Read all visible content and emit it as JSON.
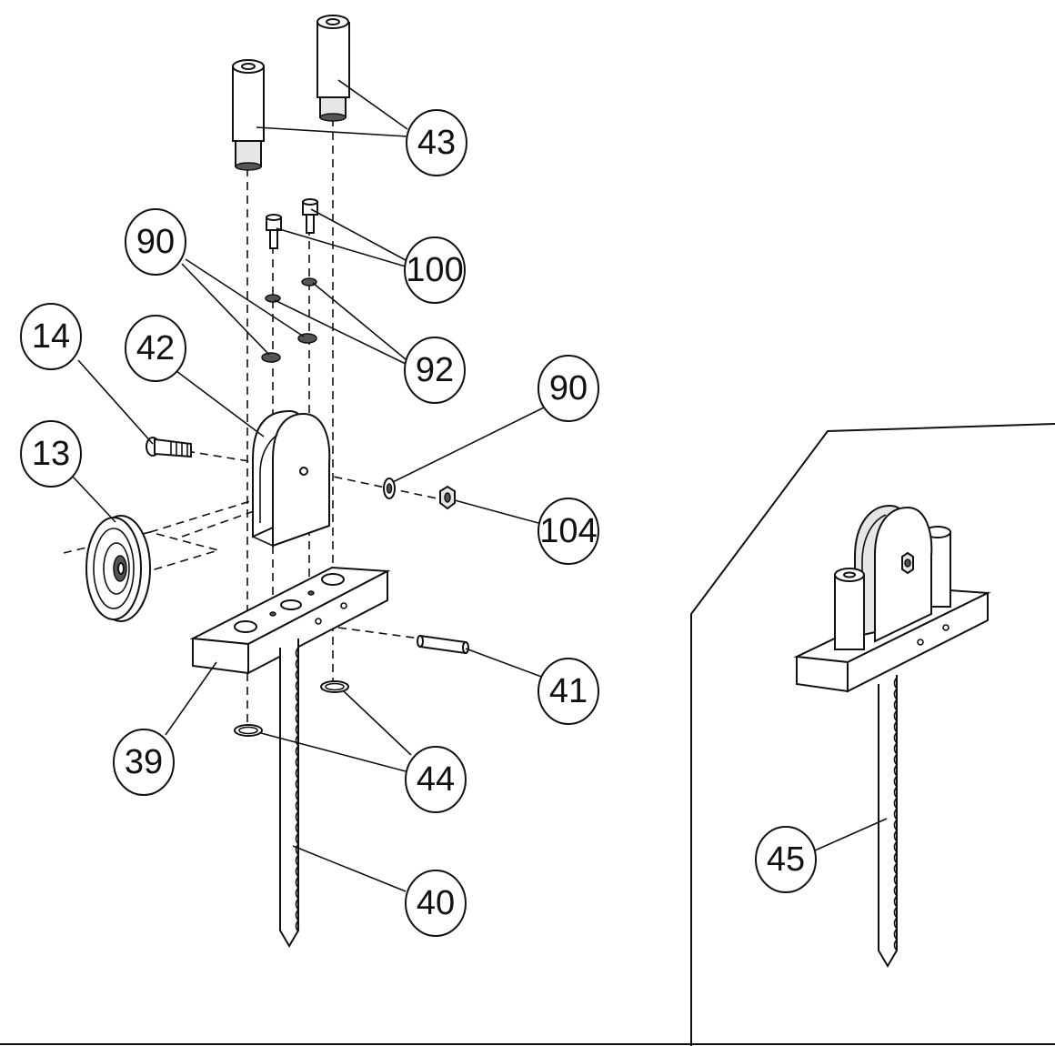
{
  "callouts": {
    "c43": "43",
    "c90a": "90",
    "c100": "100",
    "c14": "14",
    "c42": "42",
    "c92": "92",
    "c90b": "90",
    "c13": "13",
    "c104": "104",
    "c41": "41",
    "c39": "39",
    "c44": "44",
    "c40": "40",
    "c45": "45"
  }
}
